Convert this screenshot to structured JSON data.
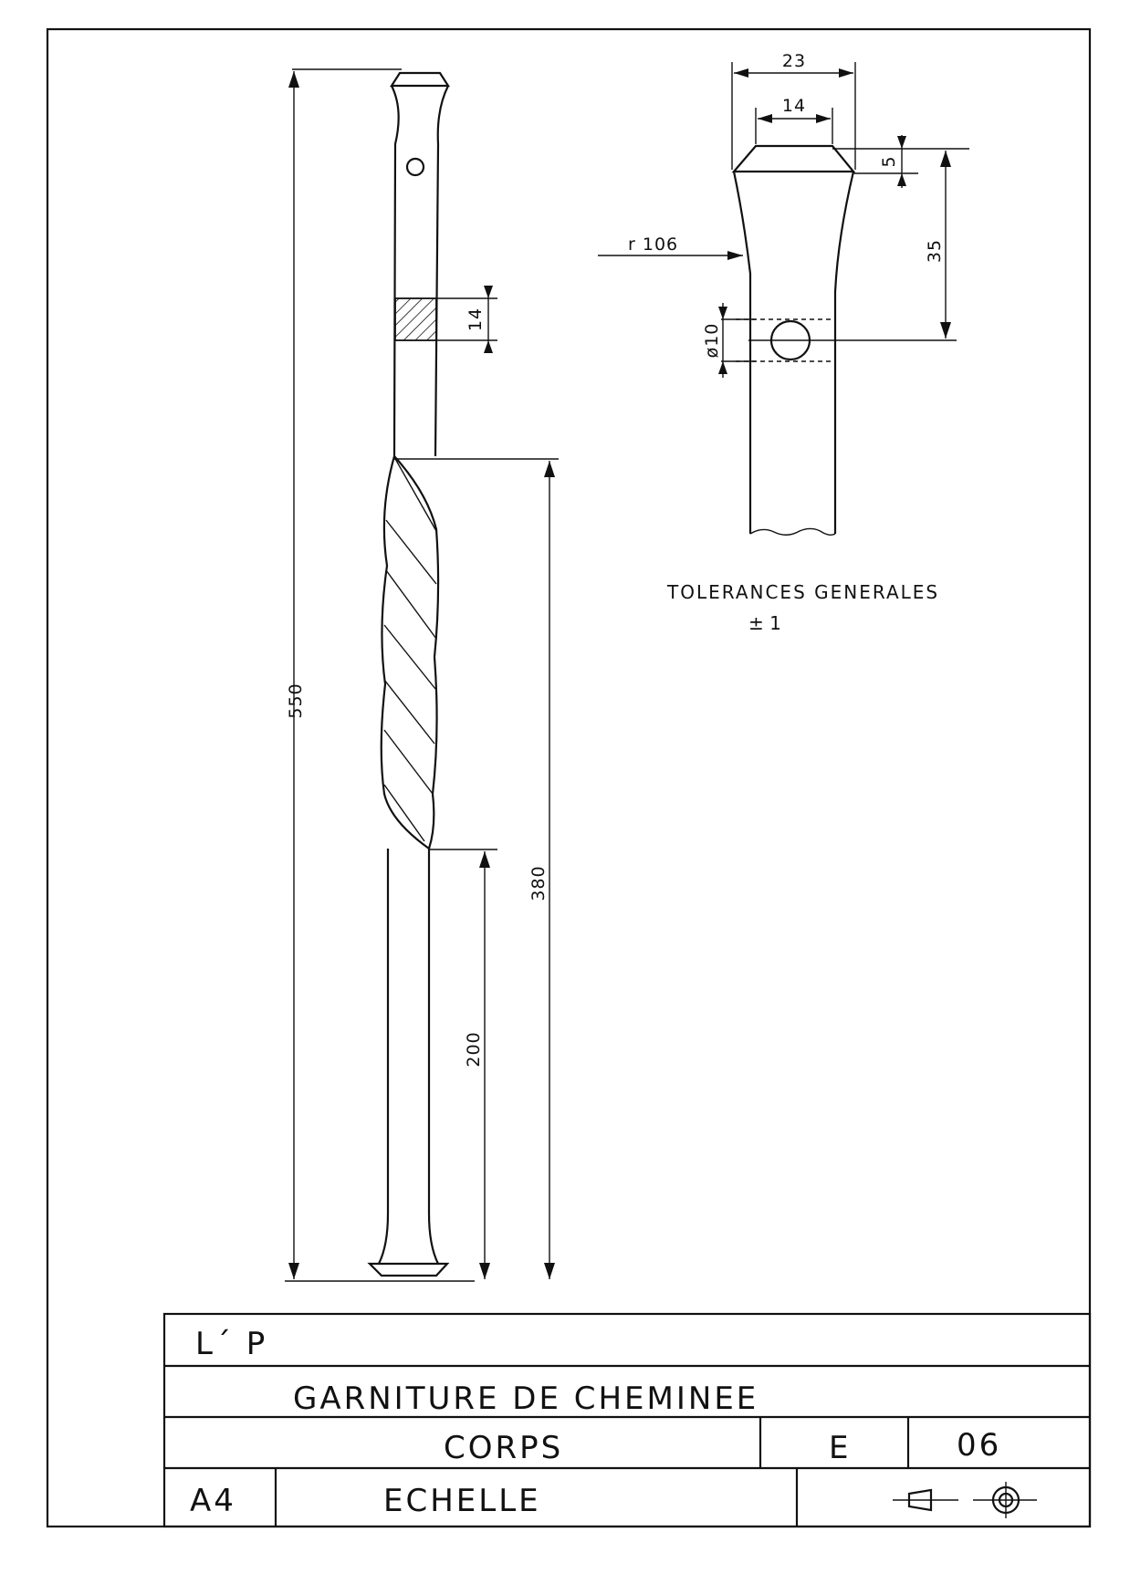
{
  "drawing": {
    "dimensions": {
      "overall_length": "550",
      "twist_length": "380",
      "lower_length": "200",
      "band_height": "14",
      "head_width": "23",
      "top_width": "14",
      "chamfer_height": "5",
      "hole_offset": "35",
      "radius": "r 106",
      "hole_diameter": "ø10"
    },
    "tolerances": {
      "label": "TOLERANCES GENERALES",
      "value": "± 1"
    }
  },
  "title_block": {
    "author": "L´ P",
    "title": "GARNITURE DE CHEMINEE",
    "part_name": "CORPS",
    "part_letter": "E",
    "part_number": "06",
    "format": "A4",
    "scale_label": "ECHELLE"
  }
}
